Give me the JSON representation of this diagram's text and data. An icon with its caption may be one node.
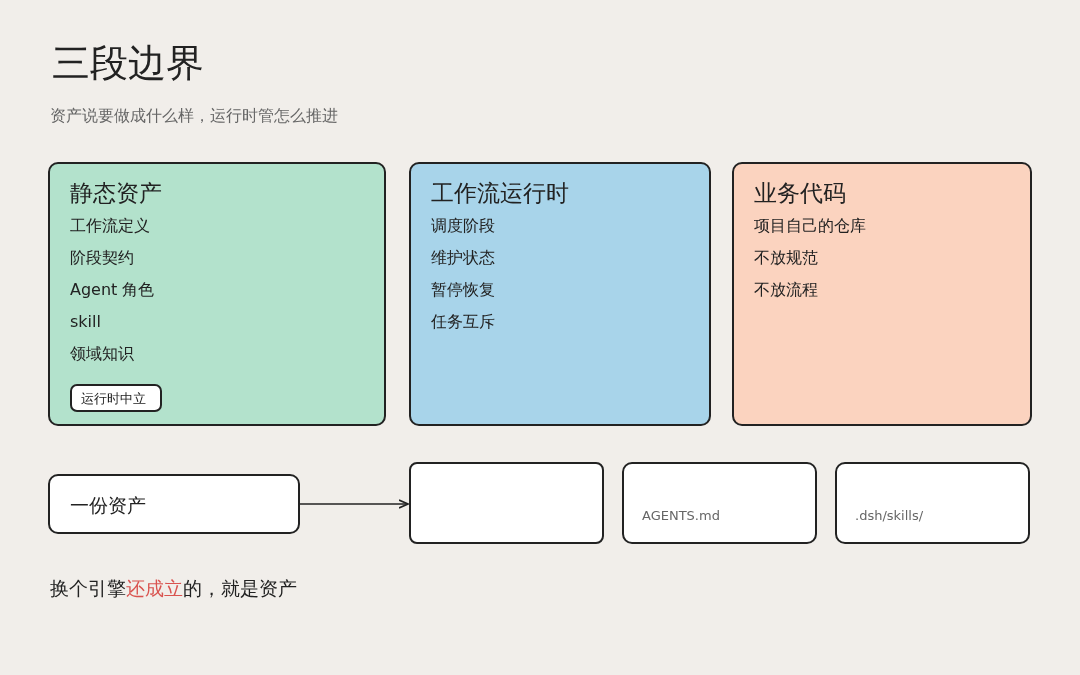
{
  "diagram": {
    "title": "三段边界",
    "nodes": [
      {
        "text": [
          "静态资产",
          "工作流定义",
          "阶段契约",
          "Agent 角色",
          "skill",
          "领域知识"
        ]
      },
      {
        "text": [
          "运行时中立"
        ],
        "in": 0
      },
      {
        "text": [
          "工作流运行时",
          "调度阶段",
          "维护状态",
          "暂停恢复",
          "任务互斥"
        ]
      },
      {
        "text": [
          "业务代码",
          "项目自己的仓库",
          "不放规范",
          "不放流程"
        ]
      },
      {
        "text": [
          "一份资产"
        ]
      },
      {
        "text": [],
        "shape": "box"
      },
      {
        "text": [
          "AGENTS.md"
        ]
      },
      {
        "text": [
          ".dsh/skills/"
        ]
      }
    ],
    "edges": [
      {
        "from": 4,
        "to": 5,
        "arrow": "to"
      }
    ],
    "labels": [
      "资产说要做成什么样，运行时管怎么推进",
      "换个引擎**还成立**的，就是资产"
    ]
  }
}
